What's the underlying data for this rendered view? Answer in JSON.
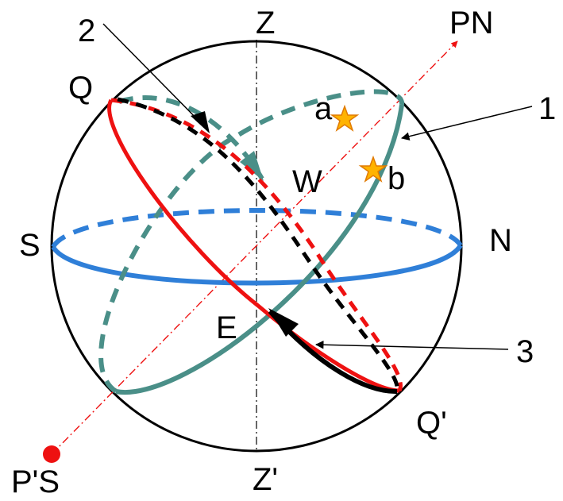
{
  "labels": {
    "zenith": "Z",
    "nadir": "Z'",
    "north_celestial_pole": "PN",
    "south_celestial_pole": "P'S",
    "south": "S",
    "north": "N",
    "west": "W",
    "east": "E",
    "q_top": "Q",
    "q_bottom": "Q'",
    "star_a": "a",
    "star_b": "b",
    "callout_1": "1",
    "callout_2": "2",
    "callout_3": "3"
  },
  "colors": {
    "celestial_sphere": "#000000",
    "horizon": "#2f7fd8",
    "celestial_equator_red": "#ee1111",
    "diurnal_path_green": "#4a8f88",
    "diurnal_path_black": "#000000",
    "polar_axis": "#ee1111",
    "star_fill": "#ffb300",
    "star_stroke": "#e07a00"
  }
}
